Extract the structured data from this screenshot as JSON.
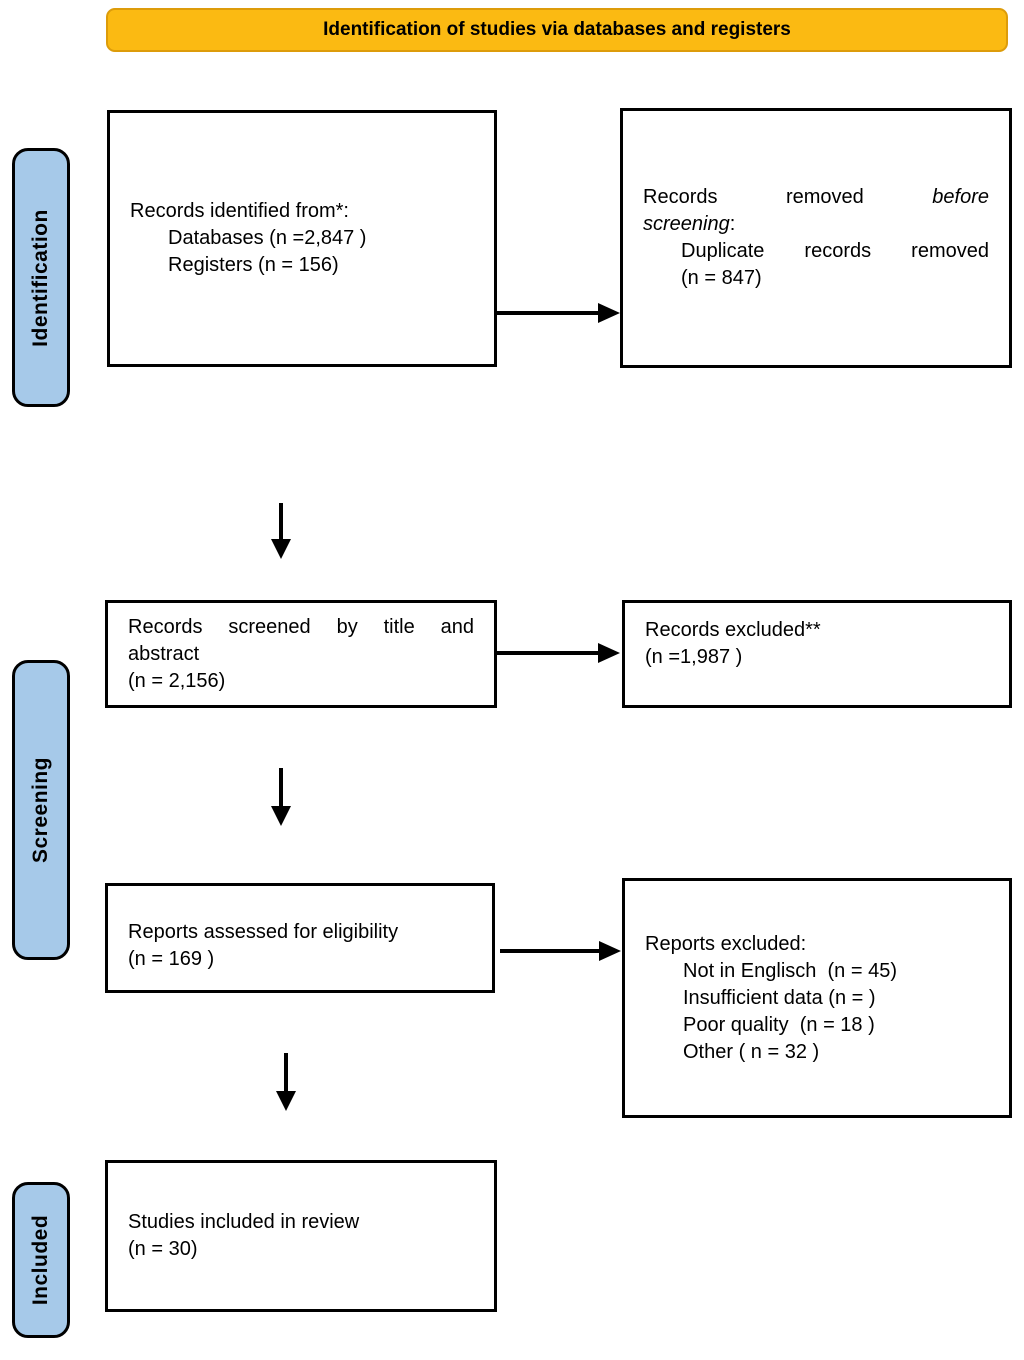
{
  "banner": {
    "label": "Identification of studies via databases and registers"
  },
  "stages": [
    {
      "label": "Identification"
    },
    {
      "label": "Screening"
    },
    {
      "label": "Included"
    }
  ],
  "colors": {
    "banner_bg": "#FBBA12",
    "banner_border": "#DD9C0A",
    "stage_bg": "#A6C9E9",
    "box_border": "#000000"
  },
  "boxes": {
    "identified": {
      "line1": "Records identified from*:",
      "line2": "Databases (n =2,847 )",
      "line3": "Registers (n = 156)"
    },
    "removed": {
      "l1_word1": "Records",
      "l1_word2": "removed",
      "l1_word3_italic": "before",
      "l2_italic": "screening",
      "l2_colon": ":",
      "line3": "Duplicate records removed",
      "line4": "(n = 847)"
    },
    "screened": {
      "line1": "Records screened by title and",
      "line2": "abstract",
      "line3": "(n = 2,156)"
    },
    "excluded_records": {
      "line1": "Records excluded**",
      "line2": "(n =1,987 )"
    },
    "assessed": {
      "line1": "Reports assessed for eligibility",
      "line2": "(n = 169 )"
    },
    "excluded_reports": {
      "line1": "Reports excluded:",
      "line2": "Not in Englisch  (n = 45)",
      "line3": "Insufficient data (n = )",
      "line4": "Poor quality  (n = 18 )",
      "line5": "Other ( n = 32 )"
    },
    "included": {
      "line1": "Studies included in review",
      "line2": "(n = 30)"
    }
  }
}
